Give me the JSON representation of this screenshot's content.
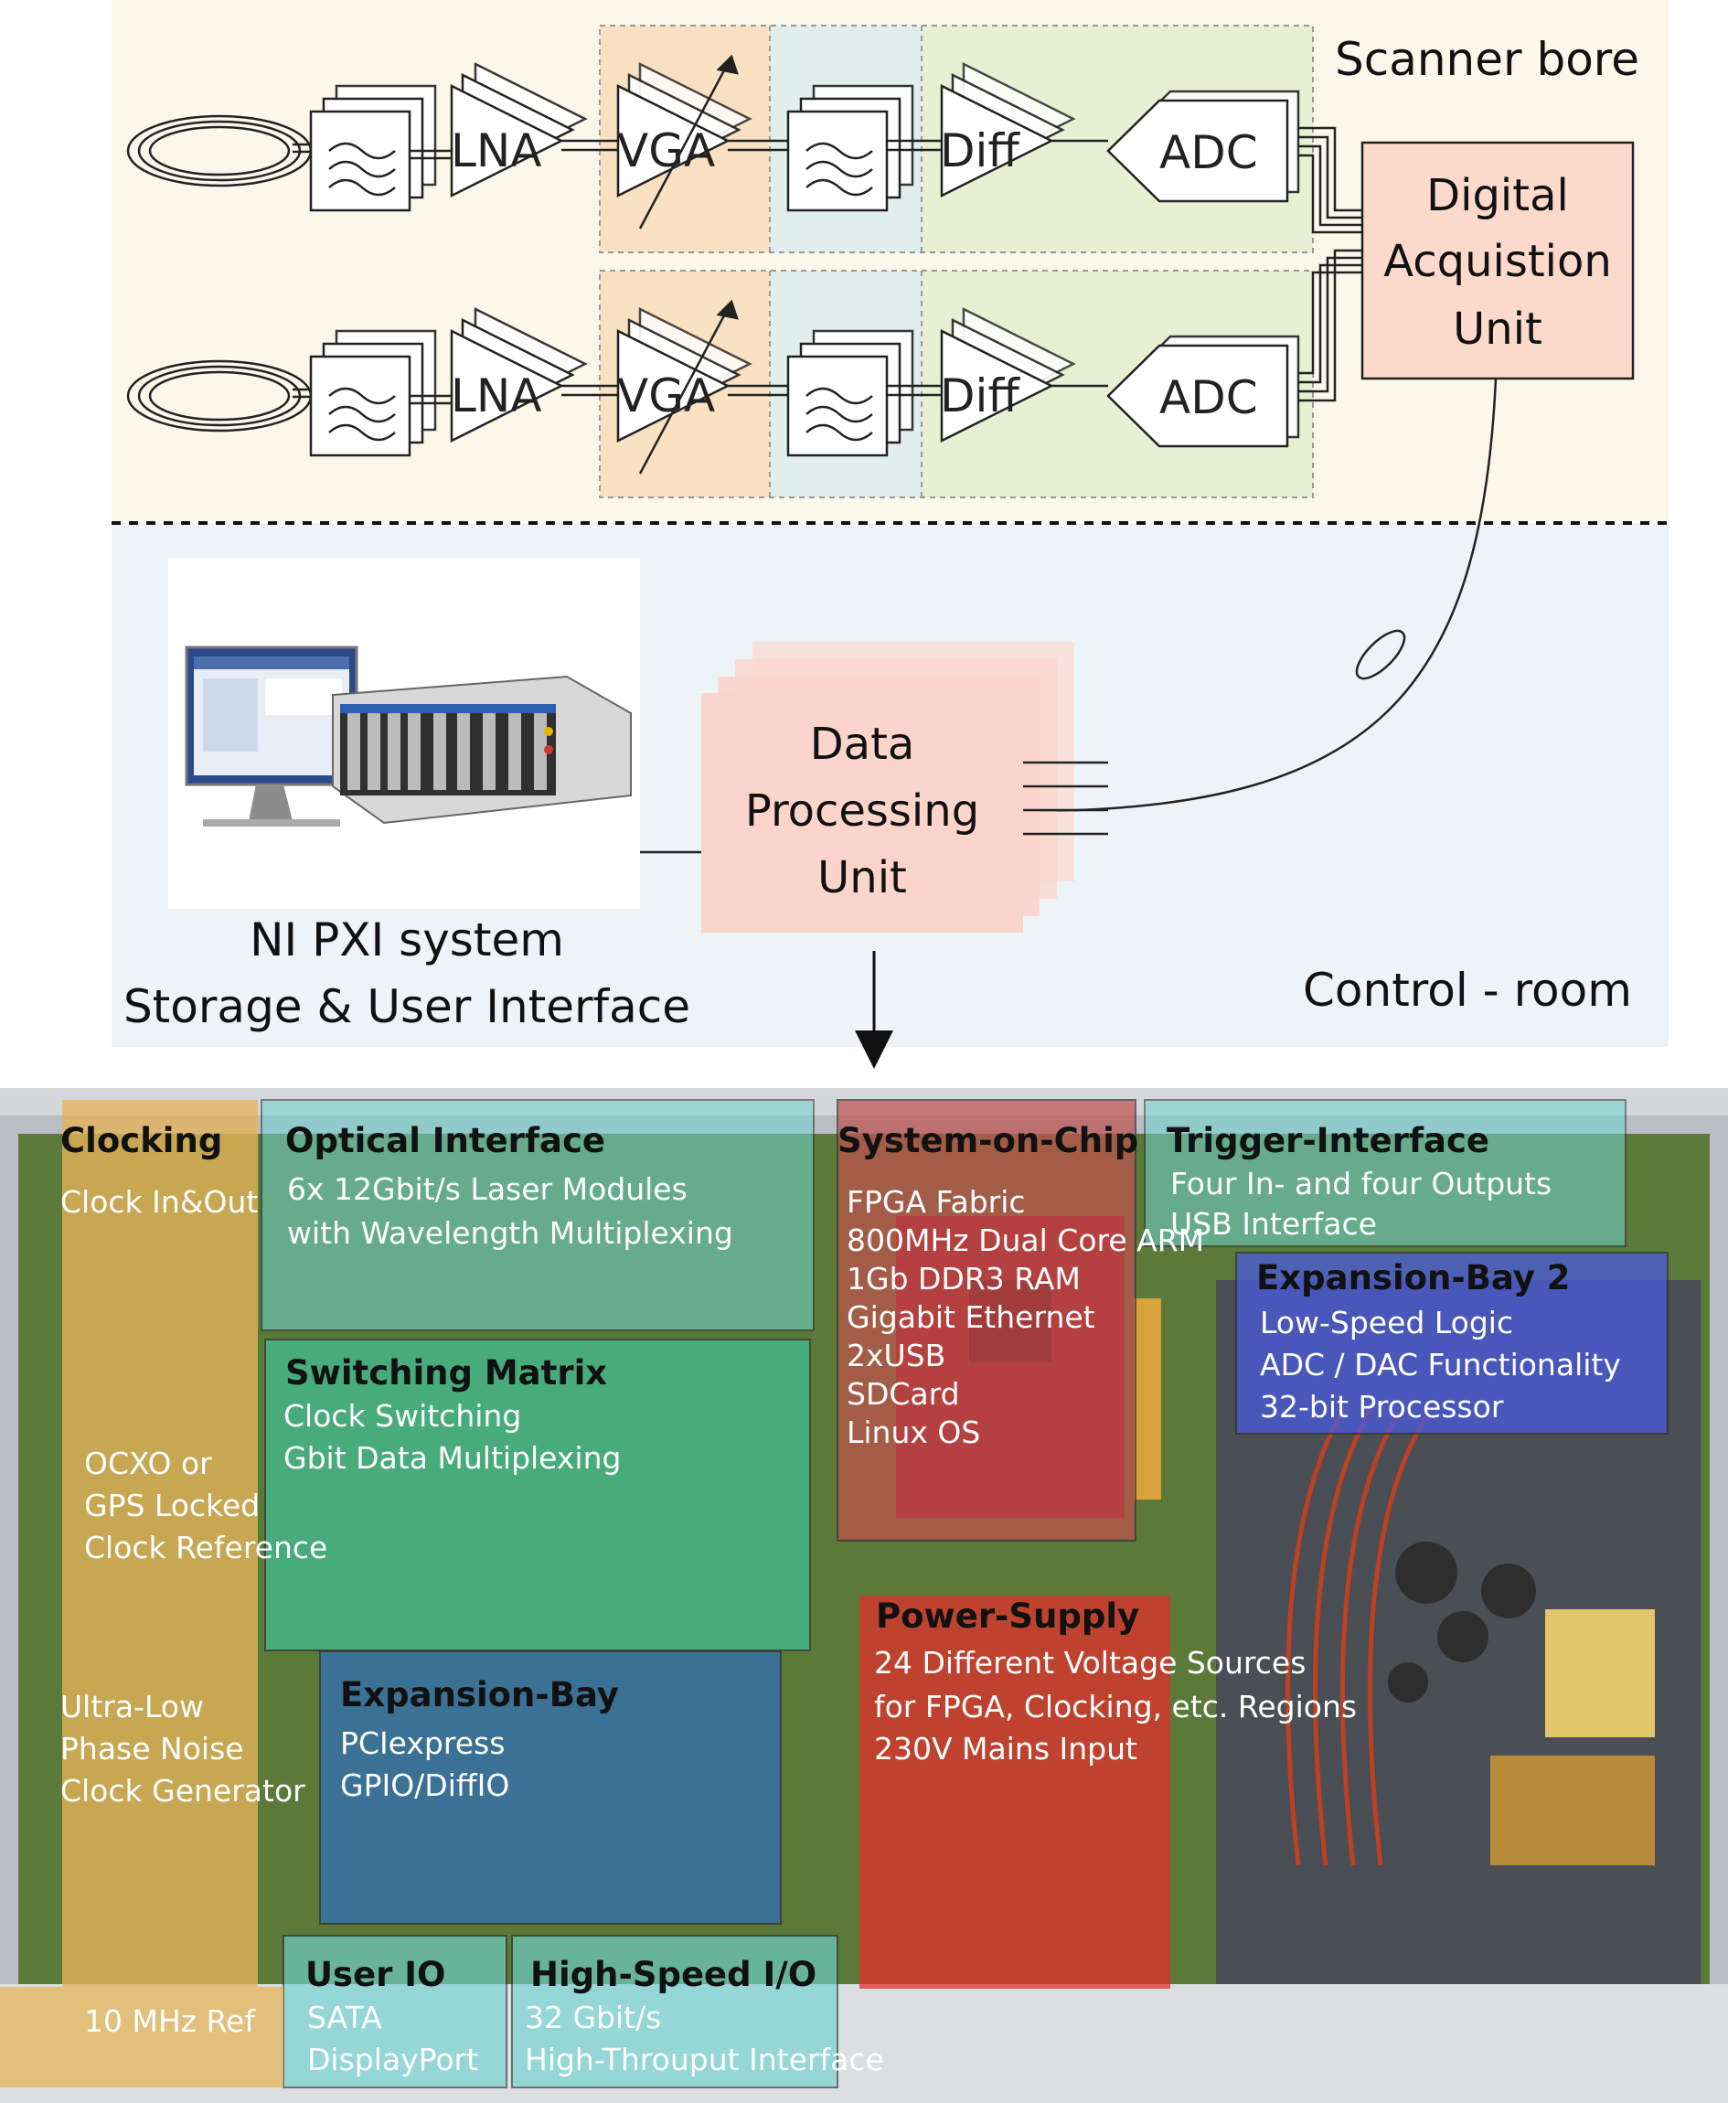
{
  "top": {
    "scanner_label": "Scanner bore",
    "control_label": "Control - room",
    "daq_lines": [
      "Digital",
      "Acquistion",
      "Unit"
    ],
    "dpu_lines": [
      "Data",
      "Processing",
      "Unit"
    ],
    "ni_lines": [
      "NI PXI system",
      "Storage & User Interface"
    ],
    "chain_labels": {
      "lna": "LNA",
      "vga": "VGA",
      "diff": "Diff",
      "adc": "ADC"
    }
  },
  "board": {
    "sections": {
      "clocking": {
        "title": "Clocking",
        "lines": [
          "Clock In&Out"
        ],
        "color": "#e6b45a"
      },
      "optical": {
        "title": "Optical Interface",
        "lines": [
          "6x 12Gbit/s Laser Modules",
          "with Wavelength Multiplexing"
        ],
        "color": "#6fd4d0"
      },
      "soc": {
        "title": "System-on-Chip",
        "lines": [
          "FPGA Fabric",
          "800MHz Dual Core ARM",
          "1Gb DDR3 RAM",
          "Gigabit Ethernet",
          "2xUSB",
          "SDCard",
          "Linux OS"
        ],
        "color": "#c0504d"
      },
      "trigger": {
        "title": "Trigger-Interface",
        "lines": [
          "Four In- and four Outputs",
          "USB Interface"
        ],
        "color": "#6fd4d0"
      },
      "exp2": {
        "title": "Expansion-Bay 2",
        "lines": [
          "Low-Speed Logic",
          "ADC / DAC Functionality",
          "32-bit Processor"
        ],
        "color": "#4a5adc"
      },
      "switching": {
        "title": "Switching Matrix",
        "lines": [
          "Clock Switching",
          "Gbit Data Multiplexing"
        ],
        "color": "#3fc6a0"
      },
      "ocxo": {
        "lines": [
          "OCXO or",
          "GPS Locked",
          "Clock Reference"
        ]
      },
      "clockgen": {
        "lines": [
          "Ultra-Low",
          "Phase Noise",
          "Clock Generator"
        ]
      },
      "expbay": {
        "title": "Expansion-Bay",
        "lines": [
          "PCIexpress",
          "GPIO/DiffIO"
        ],
        "color": "#2f6fb4"
      },
      "power": {
        "title": "Power-Supply",
        "lines": [
          "24 Different Voltage Sources",
          "for FPGA, Clocking, etc. Regions",
          "230V Mains Input"
        ],
        "color": "#e0302c"
      },
      "userio": {
        "title": "User IO",
        "lines": [
          "SATA",
          "DisplayPort"
        ],
        "color": "#6fd4d0"
      },
      "highspeed": {
        "title": "High-Speed I/O",
        "lines": [
          "32 Gbit/s",
          "High-Throuput Interface"
        ],
        "color": "#6fd4d0"
      },
      "ref": {
        "lines": [
          "10 MHz Ref"
        ]
      }
    }
  }
}
